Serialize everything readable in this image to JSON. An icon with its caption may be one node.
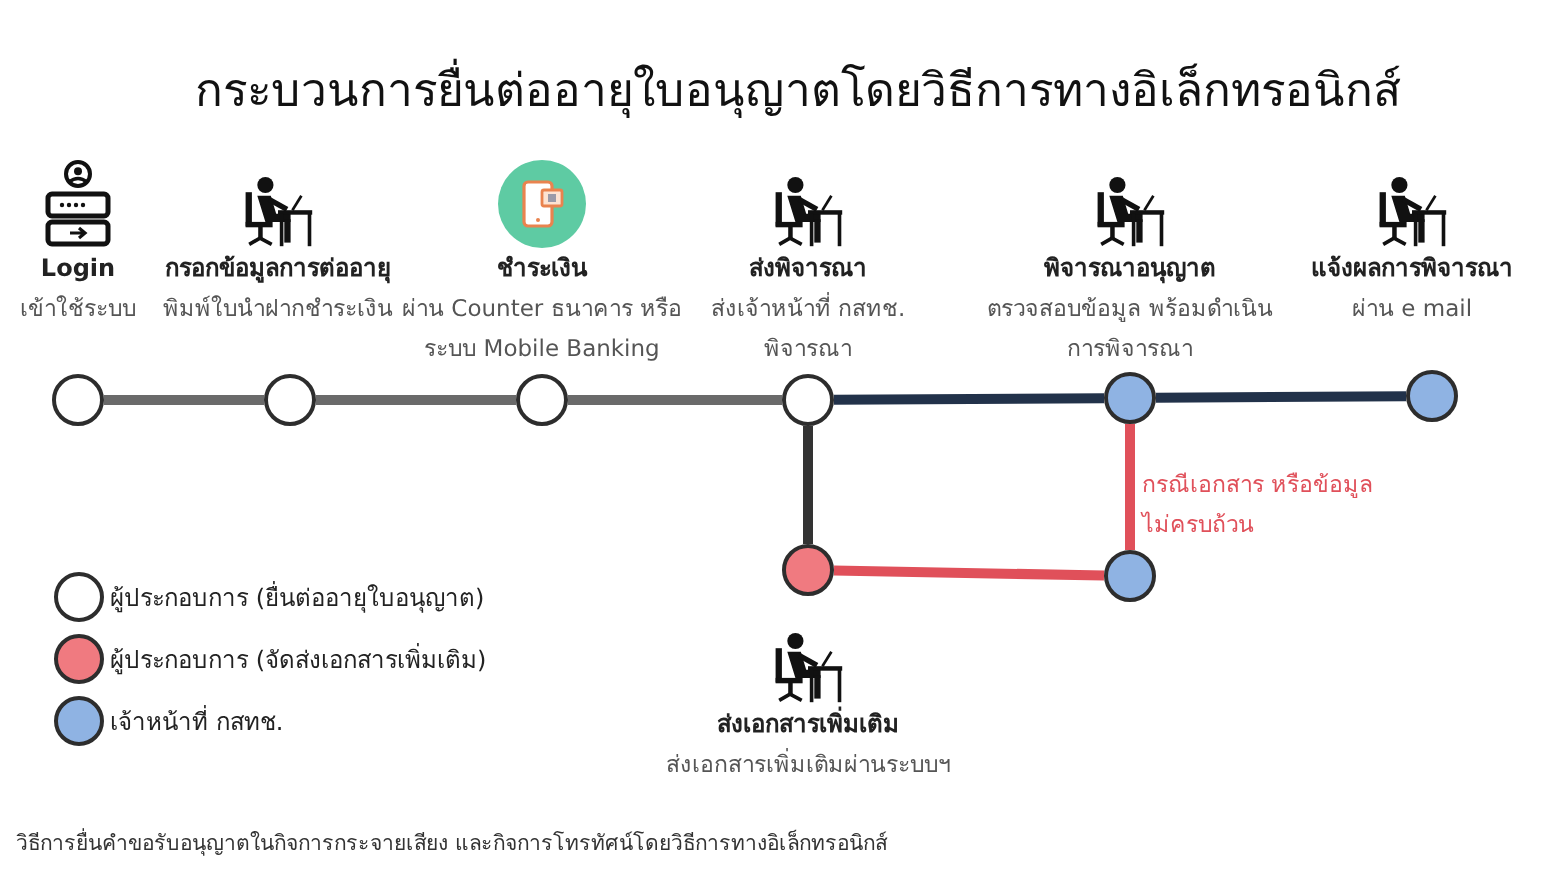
{
  "diagram": {
    "title": "กระบวนการยื่นต่ออายุใบอนุญาตโดยวิธีการทางอิเล็กทรอนิกส์",
    "caption": "วิธีการยื่นคำขอรับอนุญาตในกิจการกระจายเสียง และกิจการโทรทัศน์โดยวิธีการทางอิเล็กทรอนิกส์",
    "nodes": [
      {
        "text": [],
        "shape": "circle",
        "beside": [
          "Login",
          "เข้าใช้ระบบ"
        ]
      },
      {
        "text": [],
        "shape": "circle",
        "beside": [
          "กรอกข้อมูลการต่ออายุ",
          "พิมพ์ใบนำฝากชำระเงิน"
        ]
      },
      {
        "text": [],
        "shape": "circle",
        "beside": [
          "ชำระเงิน",
          "ผ่าน Counter ธนาคาร หรือ ระบบ Mobile Banking"
        ]
      },
      {
        "text": [],
        "shape": "circle",
        "beside": [
          "ส่งพิจารณา",
          "ส่งเจ้าหน้าที่ กสทช. พิจารณา"
        ]
      },
      {
        "text": [],
        "shape": "circle",
        "beside": [
          "พิจารณาอนุญาต",
          "ตรวจสอบข้อมูล พร้อมดำเนินการพิจารณา"
        ]
      },
      {
        "text": [],
        "shape": "circle",
        "beside": [
          "แจ้งผลการพิจารณา",
          "ผ่าน e mail"
        ]
      },
      {
        "text": [],
        "shape": "circle",
        "beside": [
          "ส่งเอกสารเพิ่มเติม",
          "ส่งเอกสารเพิ่มเติมผ่านระบบฯ"
        ]
      },
      {
        "text": [],
        "shape": "circle"
      }
    ],
    "edges": [
      {
        "from": 0,
        "to": 1,
        "arrow": "none"
      },
      {
        "from": 1,
        "to": 2,
        "arrow": "none"
      },
      {
        "from": 2,
        "to": 3,
        "arrow": "none"
      },
      {
        "from": 3,
        "to": 4,
        "arrow": "none",
        "color": "#22324a"
      },
      {
        "from": 4,
        "to": 5,
        "arrow": "none",
        "color": "#22324a"
      },
      {
        "from": 3,
        "to": 6,
        "arrow": "none",
        "color": "#333333"
      },
      {
        "from": 4,
        "to": 7,
        "arrow": "none",
        "color": "#e0505a",
        "label": "กรณีเอกสาร หรือข้อมูลไม่ครบถ้วน"
      },
      {
        "from": 6,
        "to": 7,
        "arrow": "none",
        "color": "#e0505a"
      }
    ],
    "legend": [
      {
        "text": "ผู้ประกอบการ (ยื่นต่ออายุใบอนุญาต)",
        "color": "#ffffff"
      },
      {
        "text": "ผู้ประกอบการ (จัดส่งเอกสารเพิ่มเติม)",
        "color": "#f07a80"
      },
      {
        "text": "เจ้าหน้าที่ กสทช.",
        "color": "#8fb3e3"
      }
    ]
  }
}
